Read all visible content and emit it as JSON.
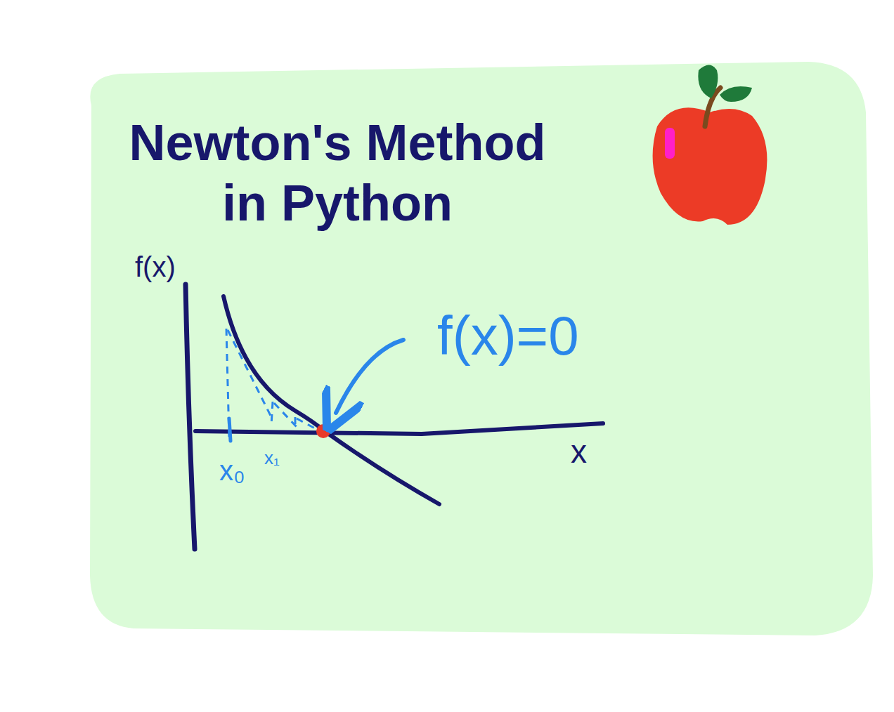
{
  "diagram": {
    "title": "Newton's Method in Python",
    "labels": [
      "f(x)",
      "f(x)=0",
      "x₀",
      "x₁",
      "x"
    ]
  }
}
